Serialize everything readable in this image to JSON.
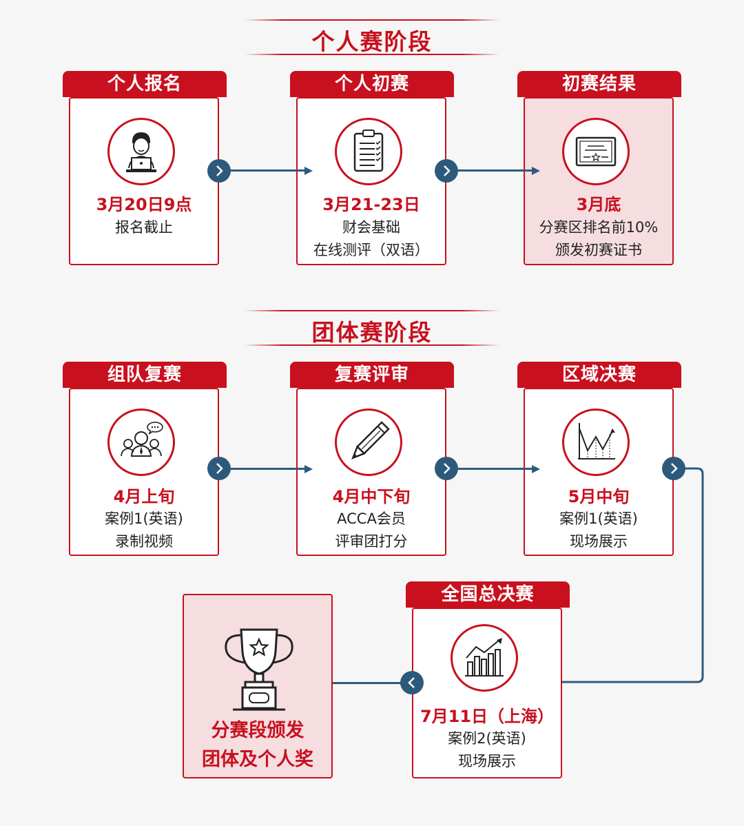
{
  "individual_section": {
    "title": "个人赛阶段",
    "cards": [
      {
        "header": "个人报名",
        "date": "3月20日9点",
        "lines": [
          "报名截止"
        ],
        "icon": "person-laptop-icon"
      },
      {
        "header": "个人初赛",
        "date": "3月21-23日",
        "lines": [
          "财会基础",
          "在线测评（双语）"
        ],
        "icon": "clipboard-icon"
      },
      {
        "header": "初赛结果",
        "date": "3月底",
        "lines": [
          "分赛区排名前10%",
          "颁发初赛证书"
        ],
        "icon": "certificate-icon"
      }
    ]
  },
  "team_section": {
    "title": "团体赛阶段",
    "cards": [
      {
        "header": "组队复赛",
        "date": "4月上旬",
        "lines": [
          "案例1(英语)",
          "录制视频"
        ],
        "icon": "team-chat-icon"
      },
      {
        "header": "复赛评审",
        "date": "4月中下旬",
        "lines": [
          "ACCA会员",
          "评审团打分"
        ],
        "icon": "pencil-icon"
      },
      {
        "header": "区域决赛",
        "date": "5月中旬",
        "lines": [
          "案例1(英语)",
          "现场展示"
        ],
        "icon": "line-chart-icon"
      },
      {
        "header": "全国总决赛",
        "date": "7月11日（上海）",
        "lines": [
          "案例2(英语)",
          "现场展示"
        ],
        "icon": "bar-chart-growth-icon"
      }
    ]
  },
  "award": {
    "lines": [
      "分赛段颁发",
      "团体及个人奖"
    ],
    "icon": "trophy-icon"
  },
  "colors": {
    "accent_red": "#c8101e",
    "connector_blue": "#2d5a7b",
    "highlight_pink": "#f5dde0"
  }
}
